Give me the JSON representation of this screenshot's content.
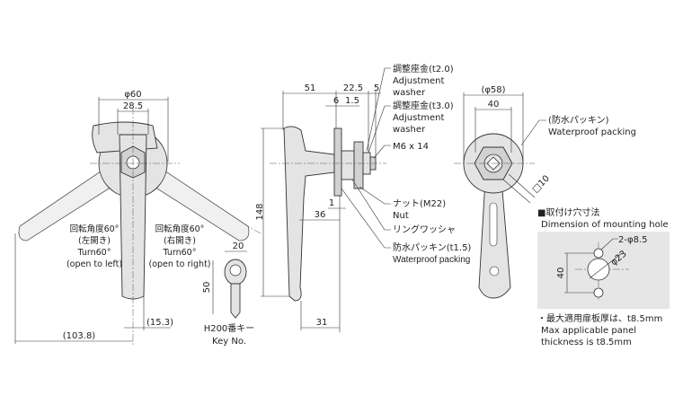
{
  "front_view": {
    "dia_outer": "φ60",
    "width_hub": "28.5",
    "turn_left": [
      "回転角度60°",
      "(左開き)",
      "Turn60°",
      "(open to left)"
    ],
    "turn_right": [
      "回転角度60°",
      "(右開き)",
      "Turn60°",
      "(open to right)"
    ],
    "reach_left": "(103.8)",
    "grip_width": "(15.3)"
  },
  "key": {
    "width": "20",
    "length": "50",
    "label_jp": "H200番キー",
    "label_en": "Key No."
  },
  "side_view": {
    "height": "148",
    "dim_51": "51",
    "dim_22_5": "22.5",
    "dim_5": "5",
    "dim_6": "6",
    "dim_1_5": "1.5",
    "dim_36": "36",
    "dim_1": "1",
    "dim_31": "31",
    "callouts": {
      "washer_t2": [
        "調整座金(t2.0)",
        "Adjustment",
        "washer"
      ],
      "washer_t3": [
        "調整座金(t3.0)",
        "Adjustment",
        "washer"
      ],
      "screw": "M6 x 14",
      "nut": [
        "ナット(M22)",
        "Nut"
      ],
      "ring_washer": "リングワッシャ",
      "packing": [
        "防水パッキン(t1.5)",
        "Waterproof packing"
      ]
    }
  },
  "rear_view": {
    "dia": "(φ58)",
    "width": "40",
    "packing": [
      "(防水パッキン)",
      "Waterproof packing"
    ],
    "square": "□10"
  },
  "mounting_hole": {
    "title_jp": "■取付け穴寸法",
    "title_en": "Dimension of mounting hole",
    "holes": "2-φ8.5",
    "center_hole": "φ23",
    "pitch": "40"
  },
  "notes": [
    "・最大適用扉板厚は、t8.5mm",
    "Max applicable panel",
    "thickness is t8.5mm"
  ]
}
